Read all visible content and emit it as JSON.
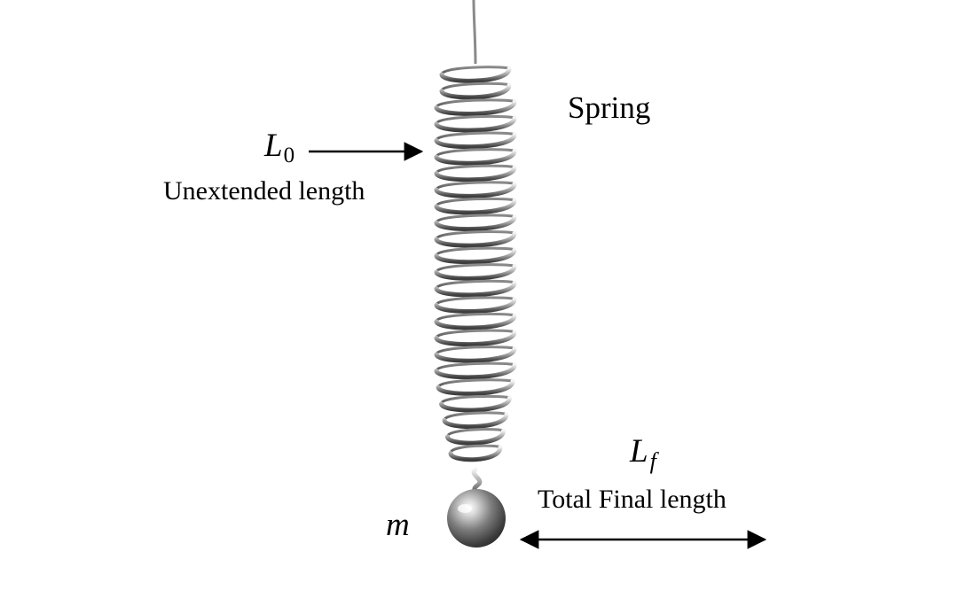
{
  "labels": {
    "spring": "Spring",
    "l0_symbol": "L",
    "l0_subscript": "0",
    "unextended": "Unextended length",
    "lf_symbol": "L",
    "lf_subscript": "f",
    "total_final": "Total Final length",
    "mass": "m"
  },
  "colors": {
    "text": "#000000",
    "arrow": "#000000",
    "coil_light": "#f2f2f2",
    "coil_mid": "#9a9a9a",
    "coil_dark": "#4a4a4a",
    "background": "#ffffff"
  }
}
